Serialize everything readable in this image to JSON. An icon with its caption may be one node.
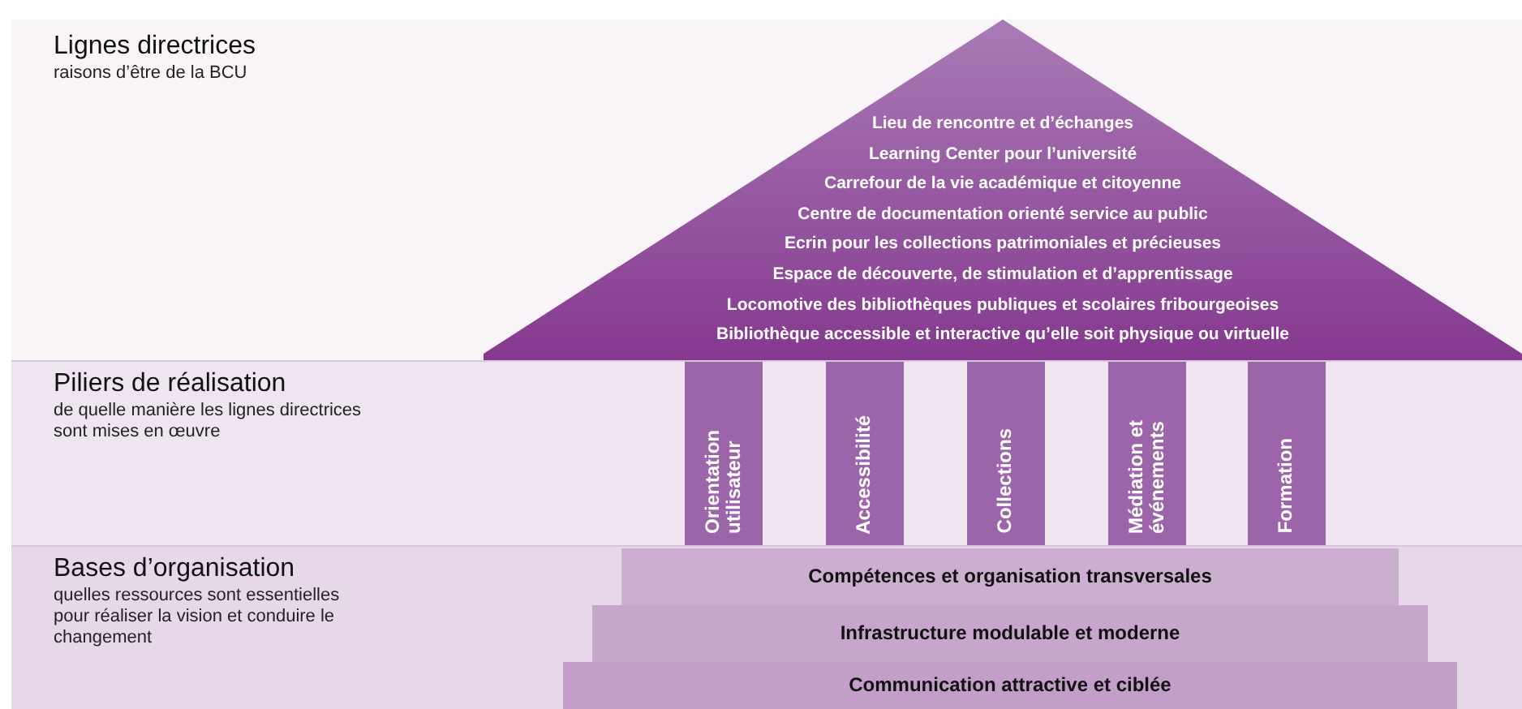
{
  "diagram": {
    "nodes": [
      {
        "text": [
          "Lignes directrices",
          "raisons d’être de la BCU"
        ]
      },
      {
        "text": [
          "Lieu de rencontre et d’échanges",
          "Learning Center pour l’université",
          "Carrefour de la vie académique et citoyenne",
          "Centre de documentation orienté service au public",
          "Ecrin pour les collections patrimoniales et précieuses",
          "Espace de découverte, de stimulation et d’apprentissage",
          "Locomotive des bibliothèques publiques et scolaires fribourgeoises",
          "Bibliothèque accessible et interactive qu’elle soit physique ou virtuelle"
        ],
        "in": 0
      },
      {
        "text": [
          "Piliers de réalisation",
          "de quelle manière les lignes directrices sont mises en œuvre"
        ]
      },
      {
        "text": [
          "Orientation utilisateur"
        ],
        "in": 2
      },
      {
        "text": [
          "Accessibilité"
        ],
        "in": 2
      },
      {
        "text": [
          "Collections"
        ],
        "in": 2
      },
      {
        "text": [
          "Médiation et événements"
        ],
        "in": 2
      },
      {
        "text": [
          "Formation"
        ],
        "in": 2
      },
      {
        "text": [
          "Bases d’organisation",
          "quelles ressources sont essentielles pour réaliser la vision et conduire le changement"
        ]
      },
      {
        "text": [
          "Compétences et organisation transversales"
        ],
        "in": 8
      },
      {
        "text": [
          "Infrastructure modulable et moderne"
        ],
        "in": 8
      },
      {
        "text": [
          "Communication attractive et ciblée"
        ],
        "in": 8
      }
    ],
    "edges": []
  }
}
